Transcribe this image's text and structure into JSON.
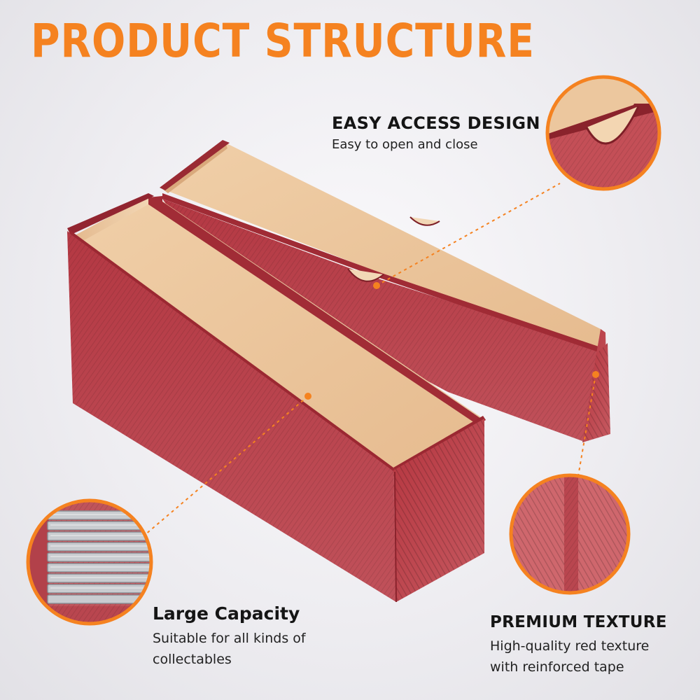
{
  "title": "PRODUCT STRUCTURE",
  "colors": {
    "accent": "#f58220",
    "box_red": "#a8303a",
    "box_interior": "#e9c39b"
  },
  "callouts": {
    "easy_access": {
      "heading": "EASY ACCESS DESIGN",
      "lines": [
        "Easy to open and close"
      ]
    },
    "large_capacity": {
      "heading": "Large Capacity",
      "lines": [
        "Suitable for all kinds of",
        "collectables"
      ]
    },
    "premium_texture": {
      "heading": "PREMIUM TEXTURE",
      "lines": [
        "High-quality red texture",
        "with reinforced tape"
      ]
    }
  }
}
